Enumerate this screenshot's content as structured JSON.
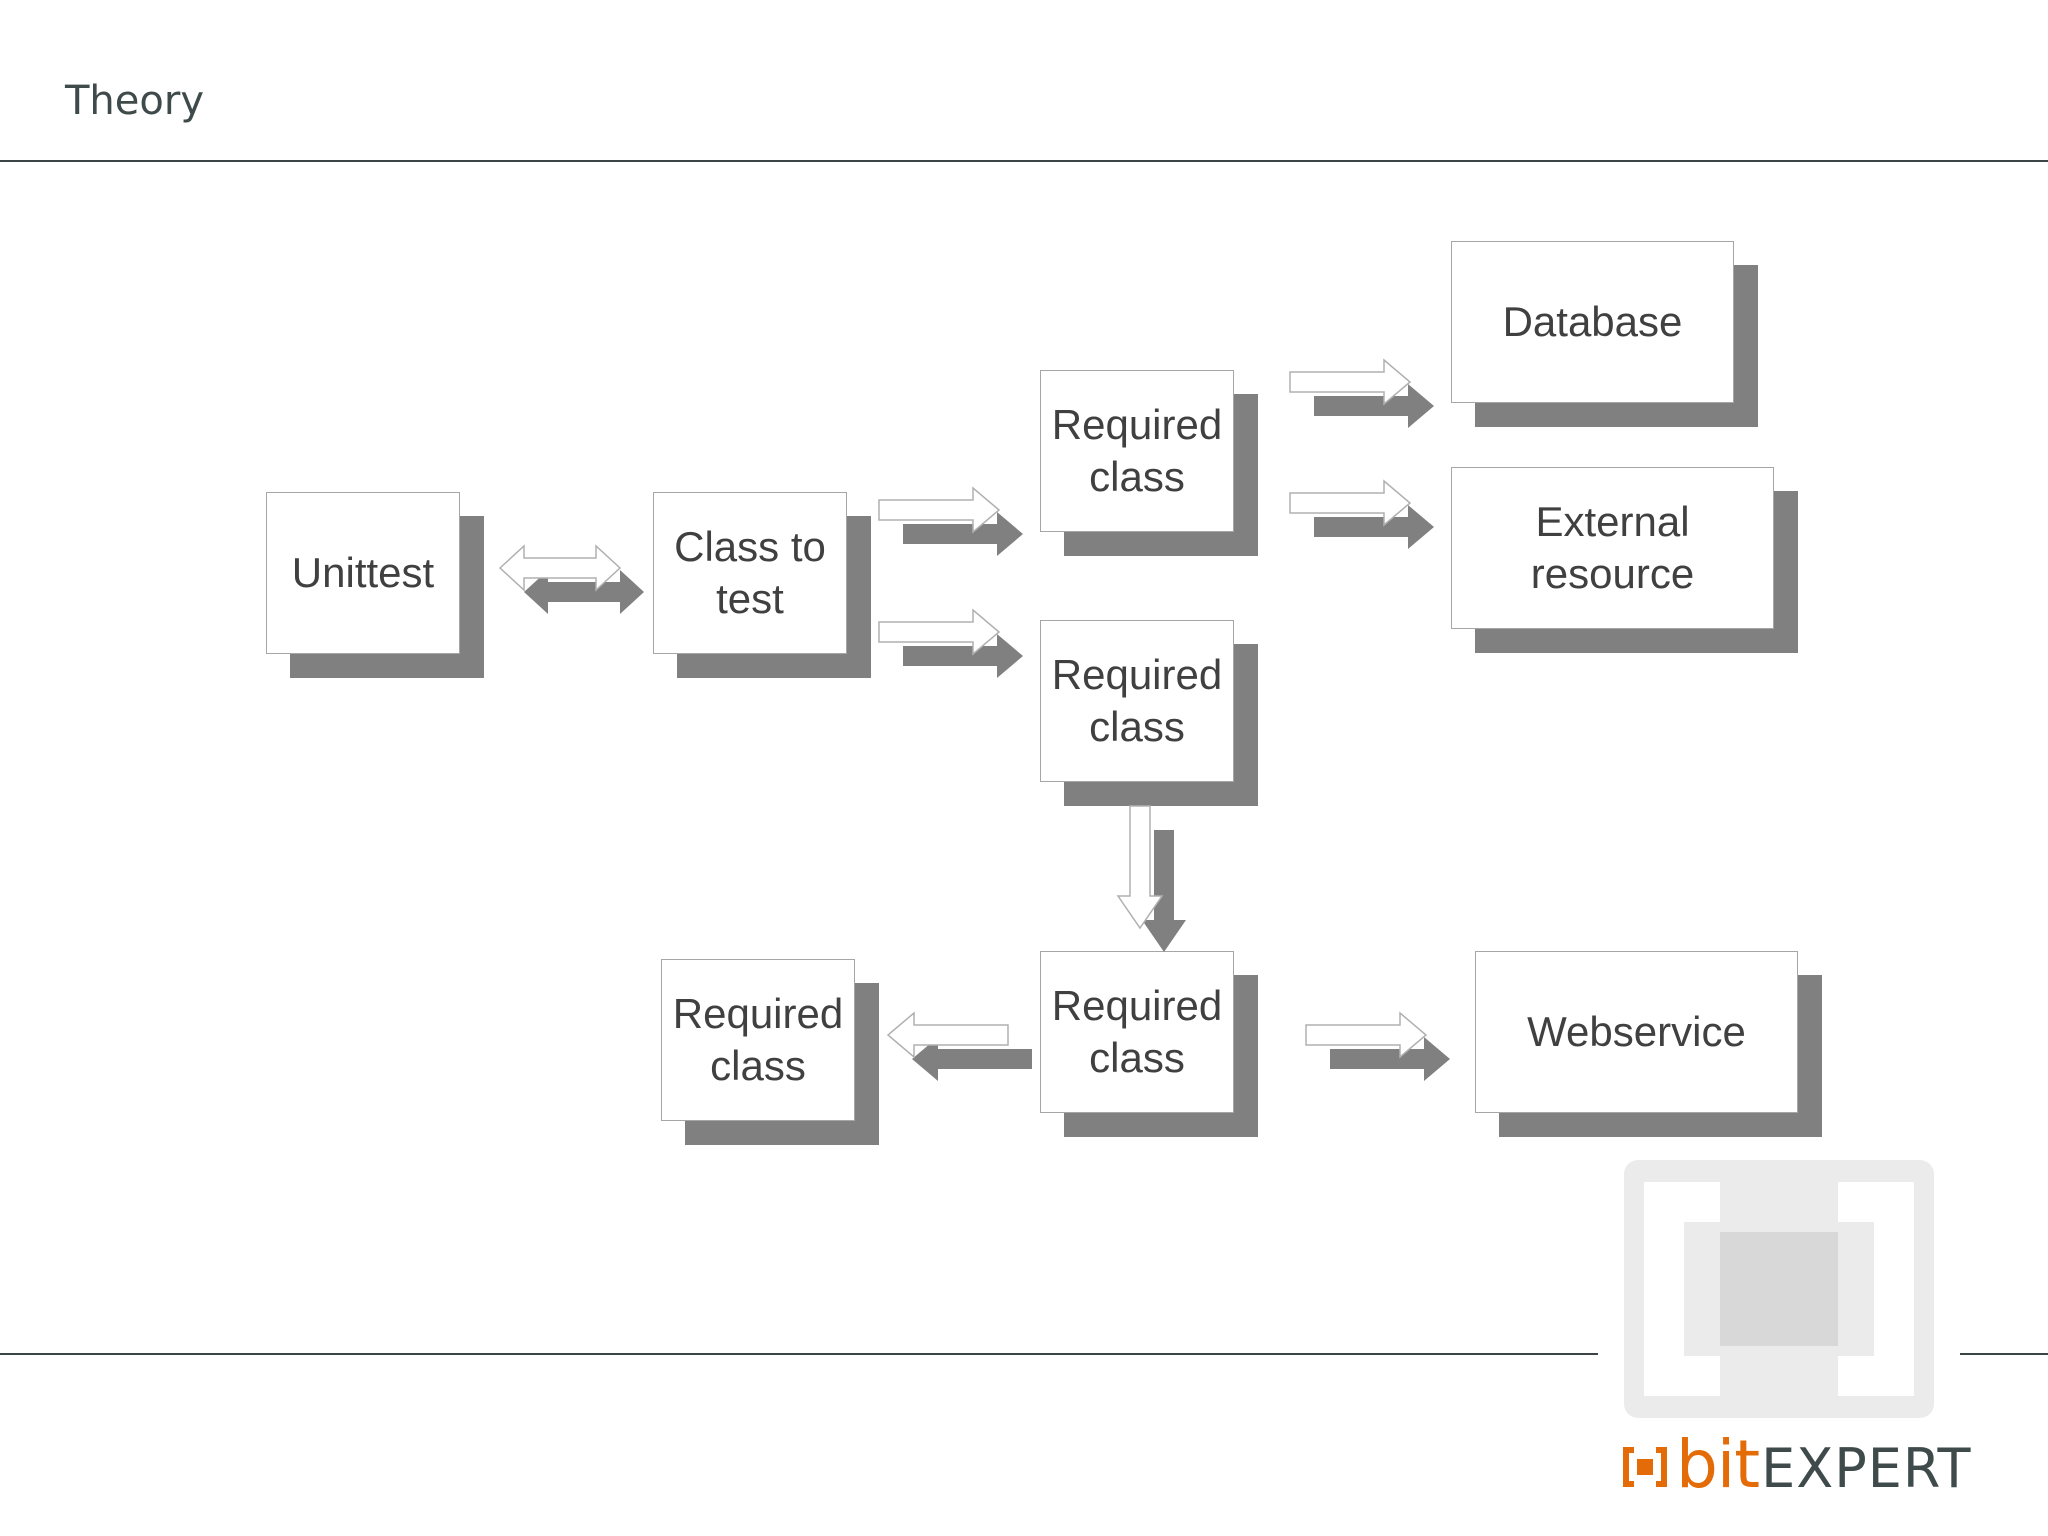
{
  "slide": {
    "title": "Theory"
  },
  "diagram": {
    "boxes": {
      "unittest": "Unittest",
      "class_to_test": "Class to\ntest",
      "required_class_1": "Required\nclass",
      "database": "Database",
      "external_resource": "External\nresource",
      "required_class_2": "Required\nclass",
      "required_class_3": "Required\nclass",
      "required_class_4": "Required\nclass",
      "webservice": "Webservice"
    },
    "colors": {
      "shadow": "#808080",
      "border": "#a6a6a6",
      "text": "#404040"
    }
  },
  "branding": {
    "logo_bit": "bit",
    "logo_expert": "EXPERT",
    "accent_color": "#e36c09",
    "watermark_color": "#ebebeb"
  }
}
